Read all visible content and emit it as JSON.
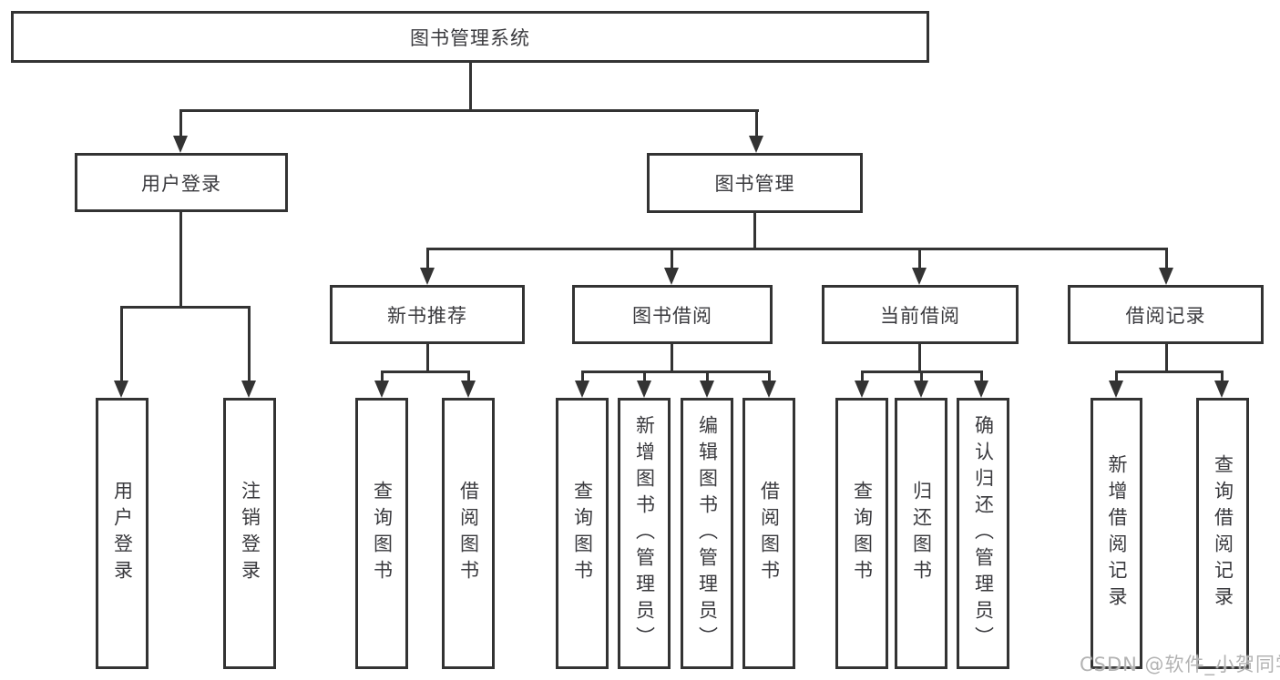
{
  "diagram": {
    "title": "图书管理系统",
    "root": {
      "label": "图书管理系统"
    },
    "level2": {
      "user_login": {
        "label": "用户登录"
      },
      "book_mgmt": {
        "label": "图书管理"
      }
    },
    "level3": {
      "new_book_rec": {
        "label": "新书推荐"
      },
      "book_borrow": {
        "label": "图书借阅"
      },
      "current_borrow": {
        "label": "当前借阅"
      },
      "borrow_records": {
        "label": "借阅记录"
      }
    },
    "leaves": {
      "user_login": {
        "label": "用户登录"
      },
      "logout": {
        "label": "注销登录"
      },
      "query_books_rec": {
        "label": "查询图书"
      },
      "borrow_books_rec": {
        "label": "借阅图书"
      },
      "query_books_borrow": {
        "label": "查询图书"
      },
      "add_books_admin": {
        "label": "新增图书（管理员）"
      },
      "edit_books_admin": {
        "label": "编辑图书（管理员）"
      },
      "borrow_books_borrow": {
        "label": "借阅图书"
      },
      "query_books_current": {
        "label": "查询图书"
      },
      "return_books": {
        "label": "归还图书"
      },
      "confirm_return_admin": {
        "label": "确认归还（管理员）"
      },
      "add_borrow_record": {
        "label": "新增借阅记录"
      },
      "query_borrow_record": {
        "label": "查询借阅记录"
      }
    }
  },
  "watermark": {
    "text": "CSDN @软件_小贺同学",
    "color": "#b3b3b3"
  },
  "colors": {
    "line": "#333333",
    "text": "#3a3a3e",
    "background": "#ffffff"
  }
}
